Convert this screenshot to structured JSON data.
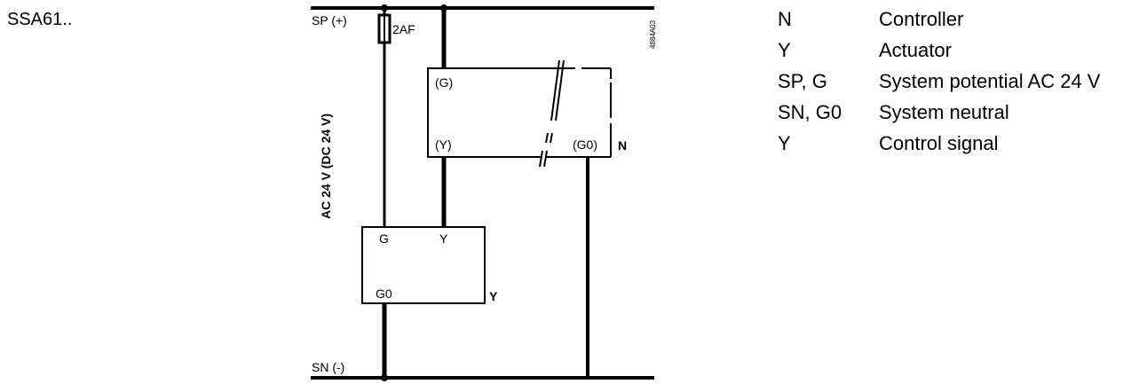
{
  "model": "SSA61..",
  "diagram": {
    "sp_label": "SP (+)",
    "sn_label": "SN (-)",
    "fuse_label": "2AF",
    "supply_label": "AC 24 V (DC 24 V)",
    "drawing_code": "4884A03",
    "controller": {
      "name": "N",
      "terminal_g": "(G)",
      "terminal_y": "(Y)",
      "terminal_g0": "(G0)"
    },
    "actuator": {
      "name": "Y",
      "terminal_g": "G",
      "terminal_y": "Y",
      "terminal_g0": "G0"
    }
  },
  "legend": [
    {
      "key": "N",
      "desc": "Controller"
    },
    {
      "key": "Y",
      "desc": "Actuator"
    },
    {
      "key": "SP, G",
      "desc": "System potential AC 24 V"
    },
    {
      "key": "SN, G0",
      "desc": "System neutral"
    },
    {
      "key": "Y",
      "desc": "Control signal"
    }
  ]
}
